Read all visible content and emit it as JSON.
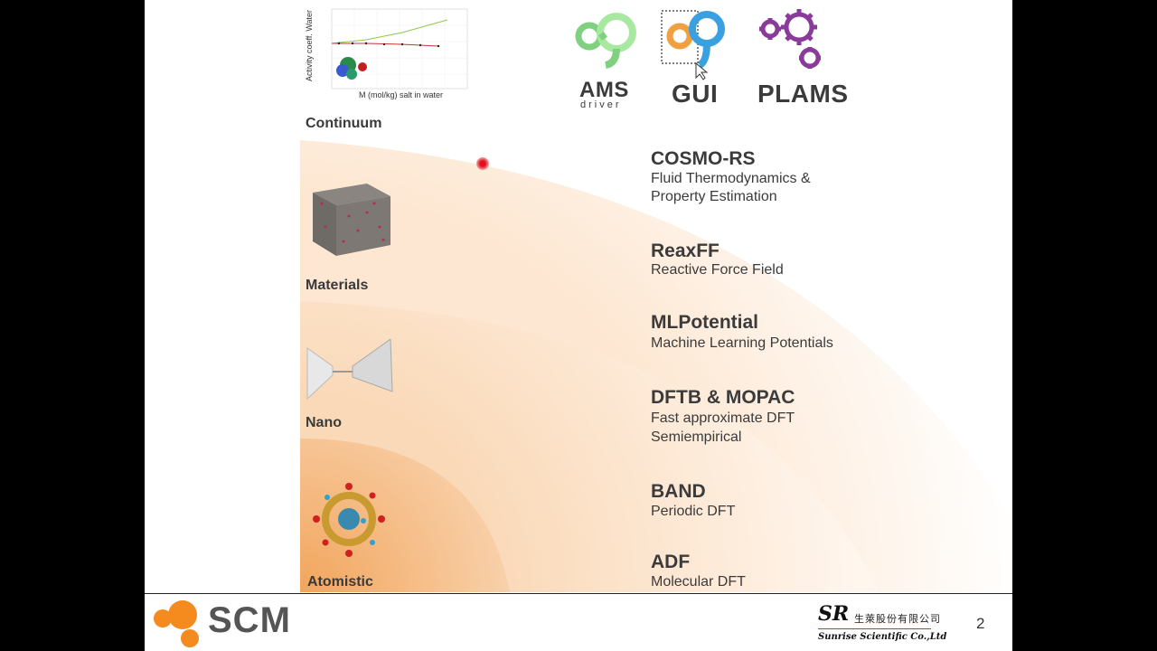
{
  "chart": {
    "ylabel": "Activity coeff. Water",
    "xlabel": "M (mol/kg) salt in water"
  },
  "tools": {
    "ams_label": "AMS",
    "ams_sub": "driver",
    "gui_label": "GUI",
    "plams_label": "PLAMS"
  },
  "levels": {
    "continuum": "Continuum",
    "materials": "Materials",
    "nano": "Nano",
    "atomistic": "Atomistic"
  },
  "methods": [
    {
      "title": "COSMO-RS",
      "desc1": "Fluid Thermodynamics &",
      "desc2": "Property Estimation"
    },
    {
      "title": "ReaxFF",
      "desc1": "Reactive Force Field",
      "desc2": ""
    },
    {
      "title": "MLPotential",
      "desc1": "Machine Learning Potentials",
      "desc2": ""
    },
    {
      "title": "DFTB & MOPAC",
      "desc1": "Fast approximate DFT",
      "desc2": "Semiempirical"
    },
    {
      "title": "BAND",
      "desc1": "Periodic DFT",
      "desc2": ""
    },
    {
      "title": "ADF",
      "desc1": "Molecular DFT",
      "desc2": ""
    }
  ],
  "footer": {
    "scm_text": "SCM",
    "page_number": "2",
    "sr_logo": "SR",
    "sr_chinese": "生萊股份有限公司",
    "sr_english": "Sunrise Scientific Co.,Ltd"
  },
  "colors": {
    "ams_green": "#7fd17f",
    "gui_orange": "#f0a040",
    "gui_blue": "#3aa0e0",
    "plams_purple": "#8a3a9a",
    "scm_orange": "#f58a1f",
    "band_orange": "#f5b070"
  }
}
